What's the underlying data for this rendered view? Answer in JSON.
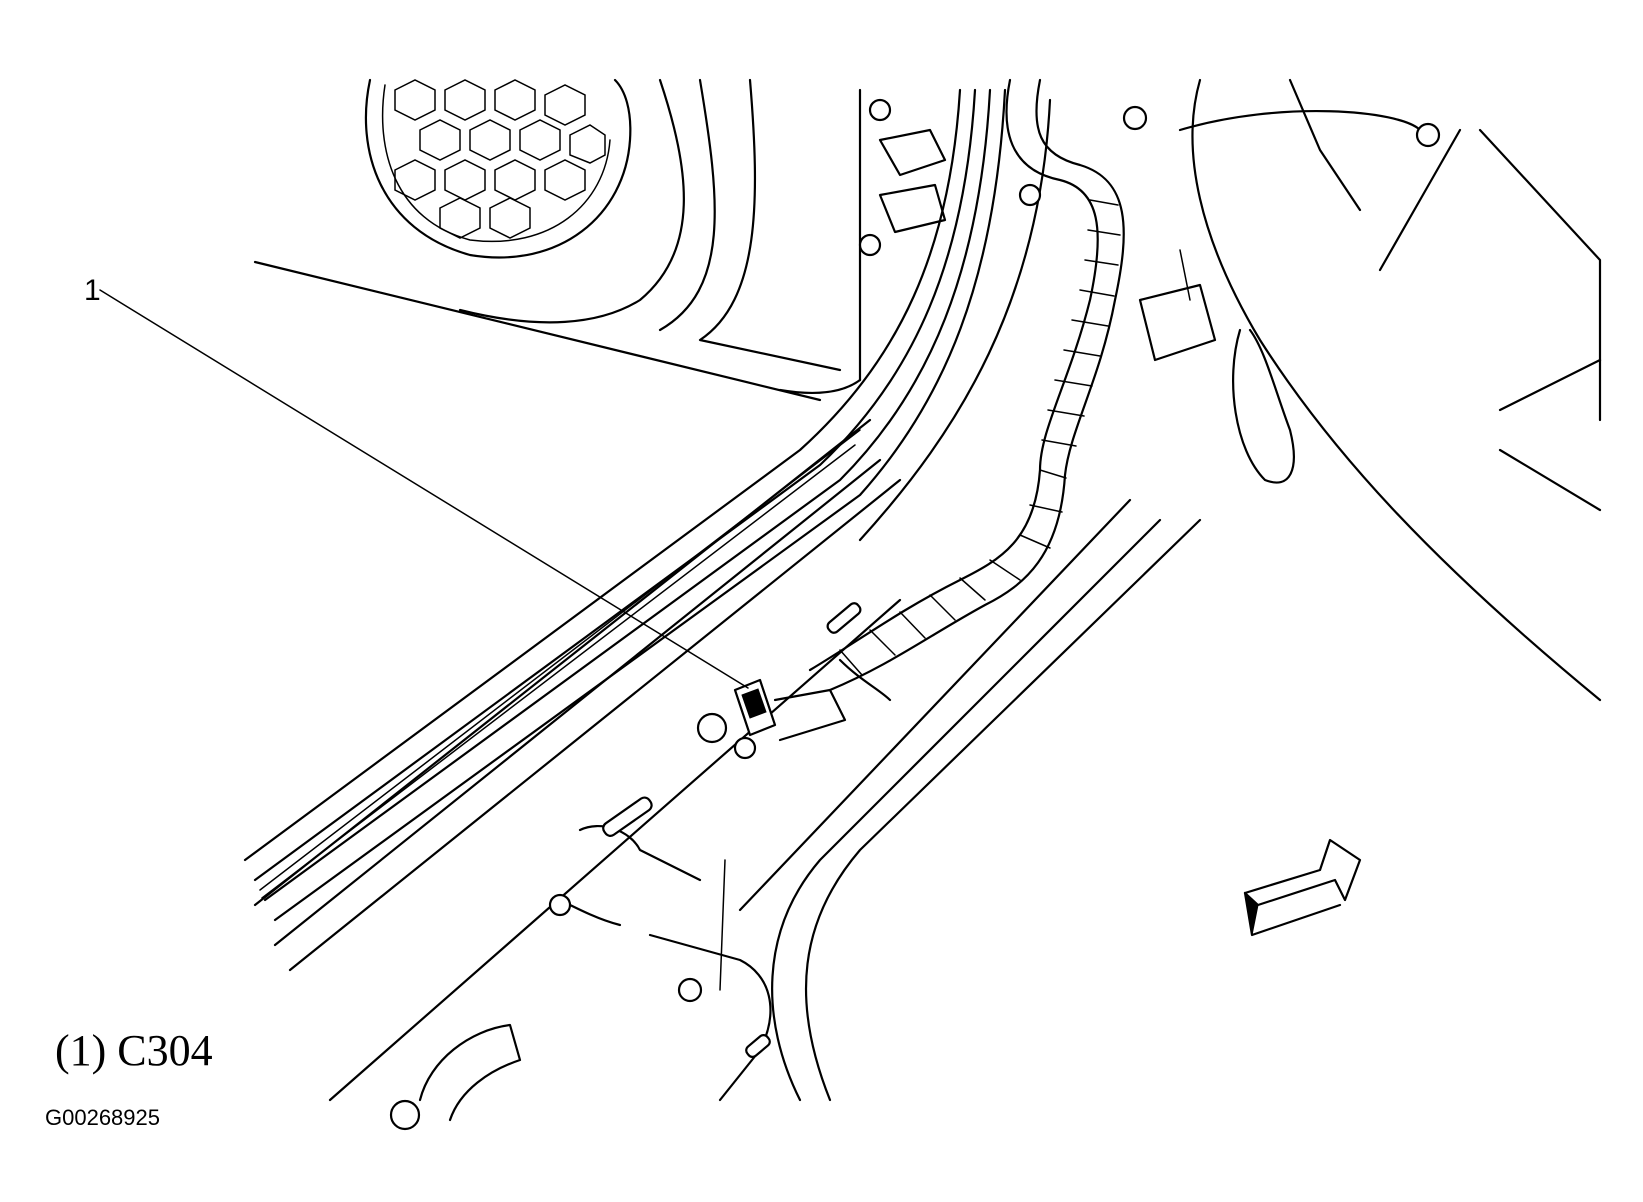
{
  "diagram": {
    "callout_number": "1",
    "legend_text": "(1) C304",
    "figure_id": "G00268925"
  }
}
